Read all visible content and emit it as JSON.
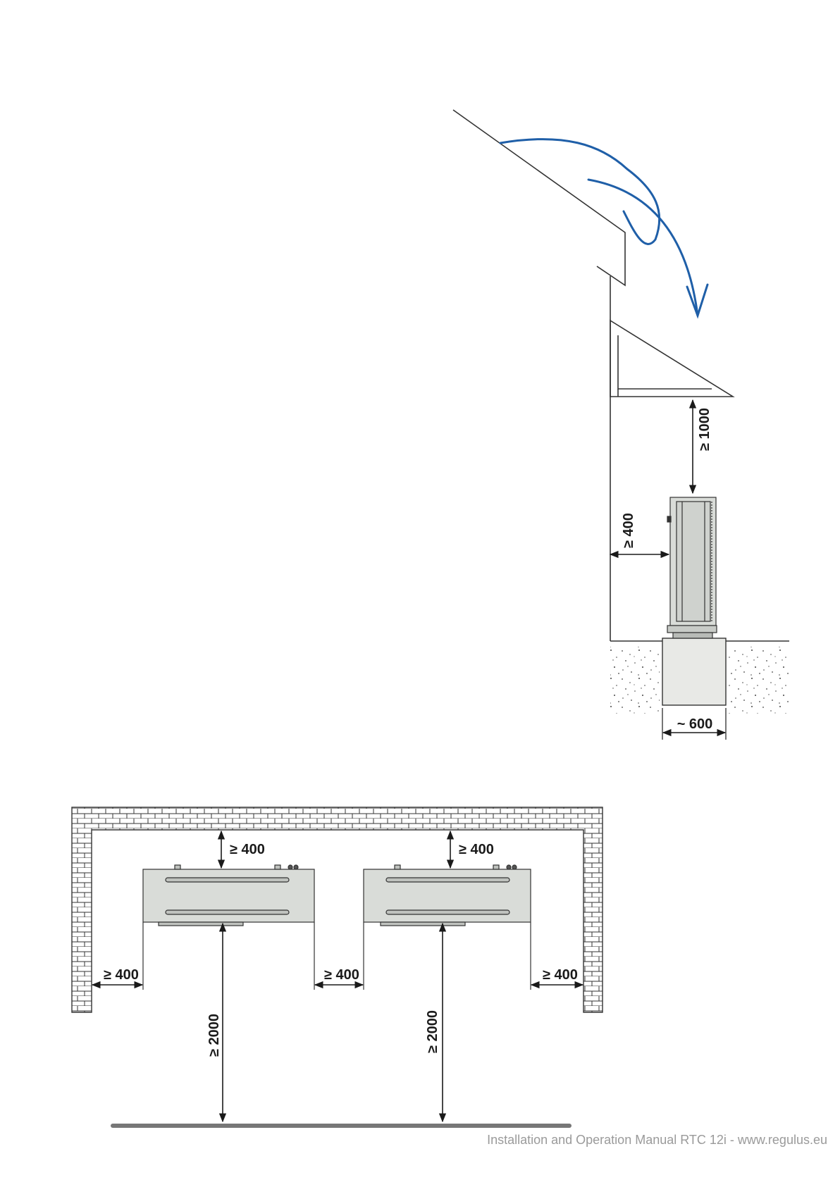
{
  "side_view": {
    "clearance_top": "≥ 1000",
    "clearance_wall": "≥ 400",
    "foundation_width": "~ 600"
  },
  "top_view": {
    "clearance_back_left": "≥ 400",
    "clearance_back_right": "≥ 400",
    "clearance_side_left": "≥ 400",
    "clearance_between": "≥ 400",
    "clearance_side_right": "≥ 400",
    "clearance_front_left": "≥ 2000",
    "clearance_front_right": "≥ 2000"
  },
  "footer": {
    "text": "Installation and Operation Manual RTC 12i  - www.regulus.eu"
  },
  "colors": {
    "line": "#333333",
    "airflow": "#1f5fa8",
    "unit_fill": "#d9dcd8",
    "ground_bar": "#777777"
  }
}
